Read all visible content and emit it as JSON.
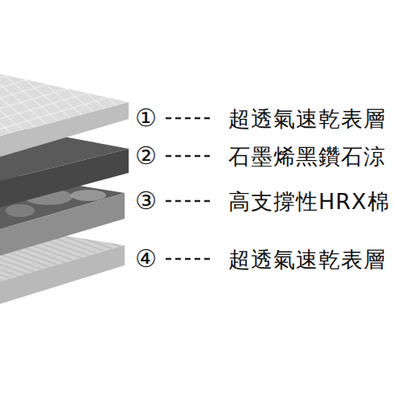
{
  "diagram": {
    "labels": [
      "①",
      "超透氣速乾表層",
      "②",
      "石墨烯黑鑽石涼",
      "③",
      "高支撐性HRX棉",
      "④",
      "超透氣速乾表層"
    ]
  }
}
